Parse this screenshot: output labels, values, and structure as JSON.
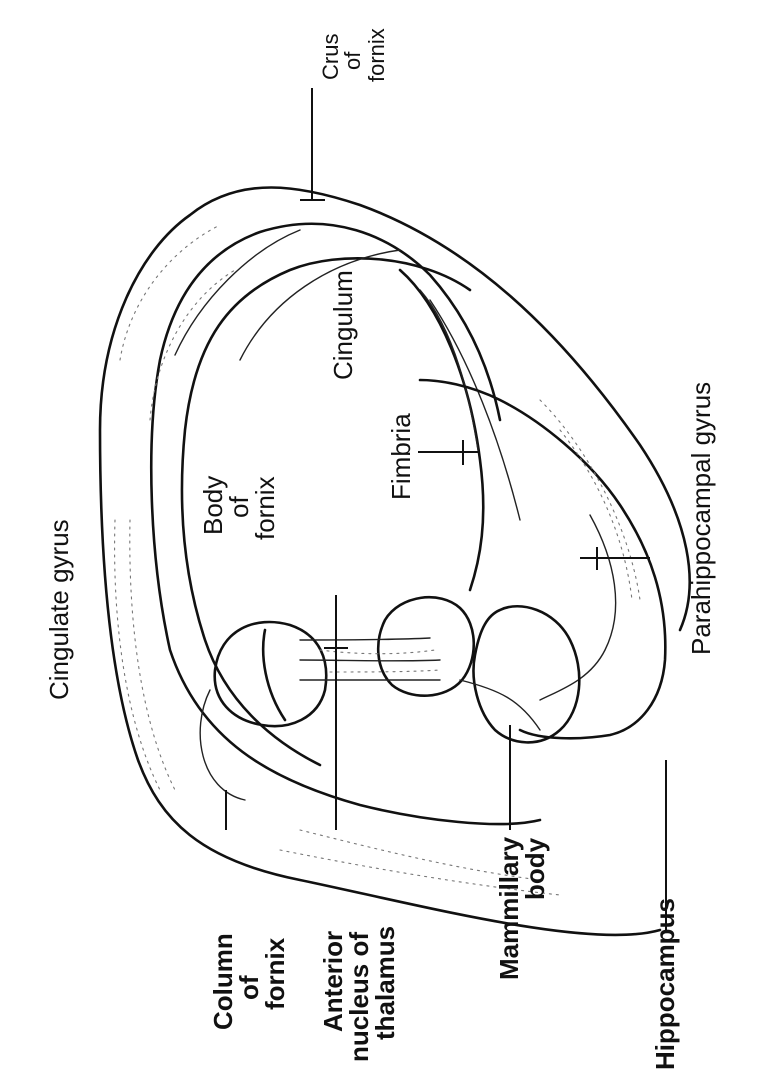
{
  "labels": {
    "cingulate_gyrus": "Cingulate gyrus",
    "cingulum": "Cingulum",
    "crus_of_fornix": [
      "Crus",
      "of",
      "fornix"
    ],
    "body_of_fornix": [
      "Body",
      "of",
      "fornix"
    ],
    "fimbria": "Fimbria",
    "parahippocampal_gyrus": "Parahippocampal gyrus",
    "column_of_fornix": [
      "Column",
      "of",
      "fornix"
    ],
    "anterior_nucleus": [
      "Anterior",
      "nucleus of",
      "thalamus"
    ],
    "mammillary_body": [
      "Mammillary",
      "body"
    ],
    "hippocampus": "Hippocampus"
  }
}
